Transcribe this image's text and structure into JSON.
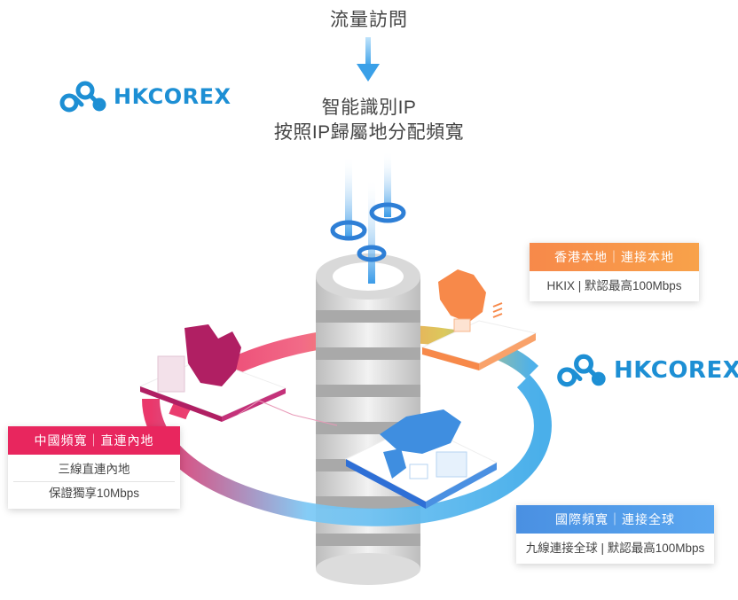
{
  "header": {
    "title": "流量訪問",
    "line1": "智能識別IP",
    "line2": "按照IP歸屬地分配頻寬"
  },
  "logos": [
    {
      "word": "HKCOREX"
    },
    {
      "word": "HKCOREX"
    }
  ],
  "cards": {
    "china": {
      "head": "中國頻寬｜直連內地",
      "rows": [
        "三線直連內地",
        "保證獨享10Mbps"
      ],
      "color": "#e8265e"
    },
    "hk": {
      "head": "香港本地｜連接本地",
      "rows": [
        "HKIX | 默認最高100Mbps"
      ],
      "color": "#f7894a"
    },
    "intl": {
      "head": "國際頻寬｜連接全球",
      "rows": [
        "九線連接全球 | 默認最高100Mbps"
      ],
      "color": "#4a90e2"
    }
  },
  "colors": {
    "brand": "#1d8fd4",
    "ring_red": "#e8265e",
    "ring_orange": "#f7894a",
    "ring_yellow": "#d8c24a",
    "ring_blue": "#3aa8e8"
  },
  "icons": [
    "arrow-down-icon",
    "hkcorex-logo-icon",
    "server-tower-icon",
    "china-map-icon",
    "hk-map-icon",
    "world-map-icon"
  ]
}
